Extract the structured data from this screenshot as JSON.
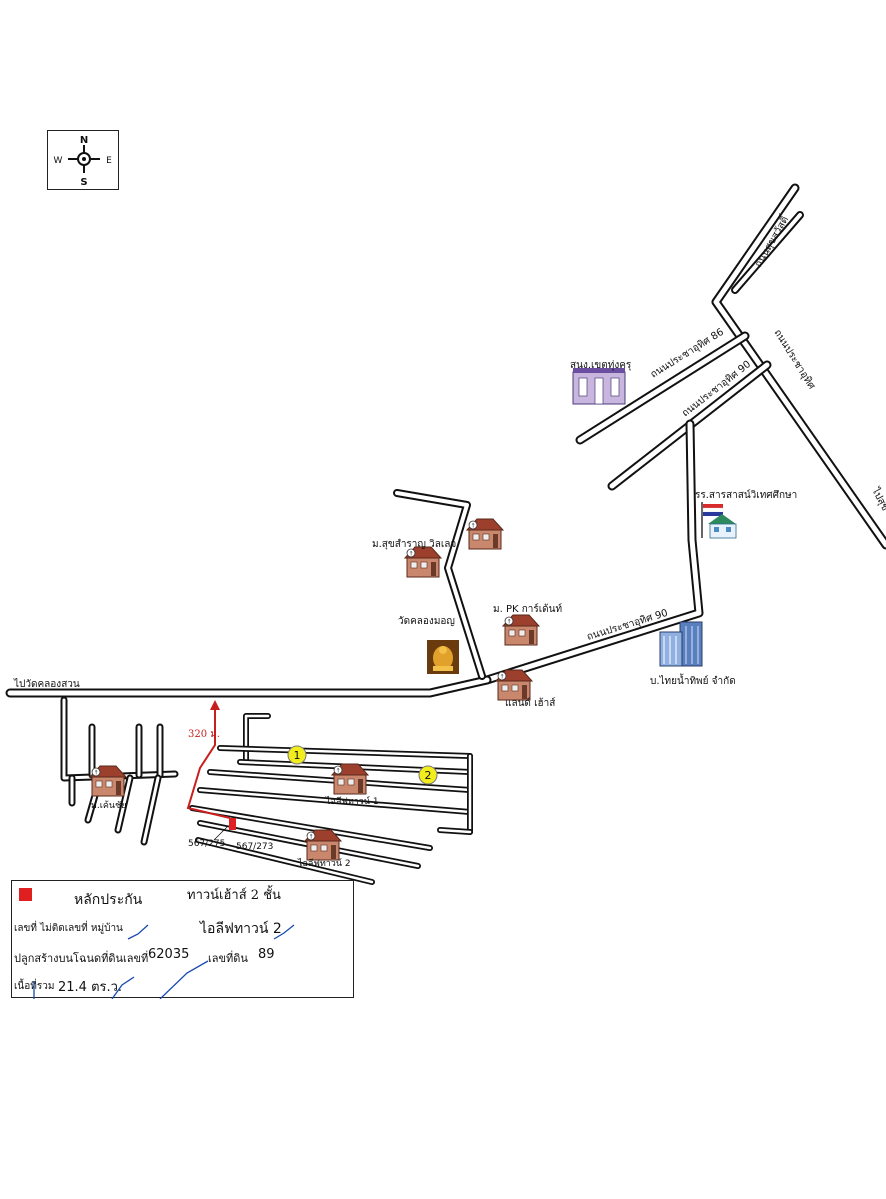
{
  "compass": {
    "n": "N",
    "s": "S",
    "e": "E",
    "w": "W"
  },
  "roads": {
    "main_highway": "ถนนประชาอุทิศ",
    "soi_86": "ถนนประชาอุทิศ 86",
    "soi_90_upper": "ถนนประชาอุทิศ 90",
    "soi_90_lower": "ถนนประชาอุทิศ 90",
    "top_branch": "ถนนสุขสวัสดิ์",
    "right_edge": "ไปสุข",
    "to_wat": "ไปวัดคลองสวน",
    "distance": "320 ม."
  },
  "places": {
    "school_fire": "สนง.เขตทุ่งครุ",
    "school": "รร.สารสาสน์วิเทศศึกษา",
    "company": "บ.ไทยน้ำทิพย์ จำกัด",
    "temple": "วัดคลองมอญ",
    "village_suk": "ม.สุขสำราญ  วิลเลจ",
    "village_pk": "ม. PK การ์เด้นท์",
    "village_land": "แลนด์ เฮ้าส์",
    "village_chai": "ม.เค้นชัย",
    "village_life1": "ไอลีฟทาวน์ 1",
    "village_life2": "ไอลีฟทาวน์ 2",
    "house1": "567/275",
    "house2": "567/273",
    "marker1": "1",
    "marker2": "2"
  },
  "info": {
    "legend": "หลักประกัน",
    "type": "ทาวน์เฮ้าส์ 2 ชั้น",
    "address_label": "เลขที่  ไม่ติดเลขที่  หมู่บ้าน",
    "project": "ไอลีฟทาวน์ 2",
    "deed_label": "ปลูกสร้างบนโฉนดที่ดินเลขที่",
    "deed_no": "62035",
    "land_label": "เลขที่ดิน",
    "land_no": "89",
    "area_label": "เนื้อที่รวม",
    "area_value": "21.4  ตร.ว."
  },
  "colors": {
    "legend_red": "#e02020",
    "route_red": "#c81e1e",
    "marker_yellow": "#f2ee1e",
    "house_red": "#b5523b"
  }
}
